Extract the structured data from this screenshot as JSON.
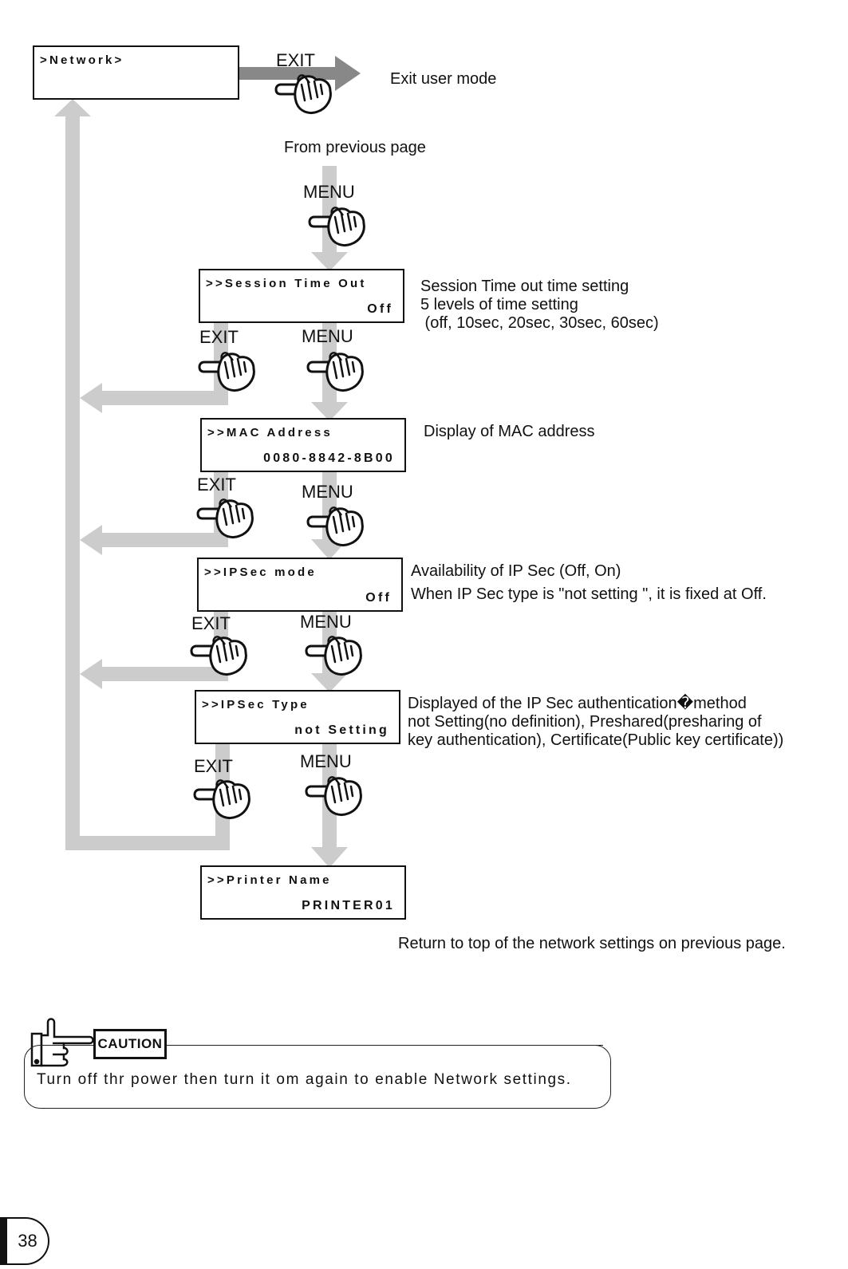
{
  "screens": {
    "network": {
      "line1": ">Network>",
      "line2": ""
    },
    "session_time_out": {
      "line1": ">>Session Time Out",
      "line2": "Off"
    },
    "mac_address": {
      "line1": ">>MAC Address",
      "line2": "0080-8842-8B00"
    },
    "ipsec_mode": {
      "line1": ">>IPSec mode",
      "line2": "Off"
    },
    "ipsec_type": {
      "line1": ">>IPSec Type",
      "line2": "not Setting"
    },
    "printer_name": {
      "line1": ">>Printer Name",
      "line2": "PRINTER01"
    }
  },
  "buttons": {
    "exit": "EXIT",
    "menu": "MENU"
  },
  "notes": {
    "exit_user_mode": "Exit user mode",
    "from_previous_page": "From previous page",
    "session_desc": [
      "Session Time out time setting",
      "5 levels of time setting",
      " (off, 10sec, 20sec, 30sec, 60sec)"
    ],
    "mac_desc": "Display of MAC address",
    "ipsec_mode_desc": [
      "Availability of IP Sec (Off, On)",
      "When IP Sec type is \"not setting \", it is fixed at Off."
    ],
    "ipsec_type_desc": [
      "Displayed of the IP Sec authentication�method",
      "not Setting(no definition), Preshared(presharing of",
      "key authentication), Certificate(Public key certificate))"
    ],
    "return_to_top": "Return to  top of the network settings on previous page."
  },
  "caution": {
    "badge": "CAUTION",
    "text": "Turn off thr power then turn it om again to enable Network settings."
  },
  "page_number": "38",
  "colors": {
    "flow_arrow": "#cccccc",
    "exit_arrow": "#888888",
    "line": "#111111"
  },
  "icons": {
    "button_press": "hand-press-icon",
    "note": "pointing-hand-icon"
  }
}
